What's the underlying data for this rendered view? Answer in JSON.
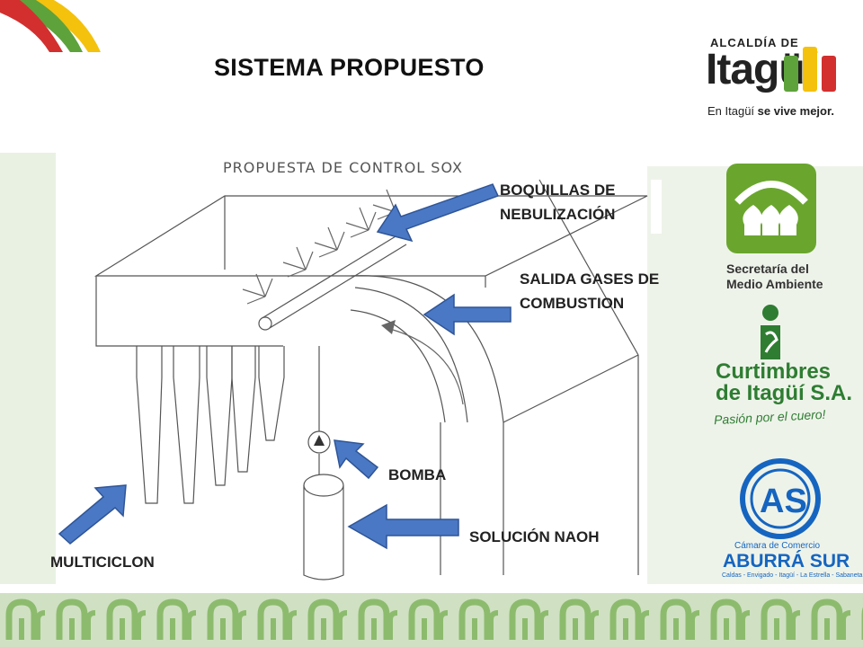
{
  "slide": {
    "title": "SISTEMA PROPUESTO"
  },
  "diagram": {
    "caption": "PROPUESTA DE CONTROL SOX",
    "labels": {
      "boquillas_line1": "BOQUILLAS DE",
      "boquillas_line2": "NEBULIZACIÓN",
      "salida_line1": "SALIDA GASES DE",
      "salida_line2": "COMBUSTION",
      "bomba": "BOMBA",
      "solucion": "SOLUCIÓN NAOH",
      "multiciclon": "MULTICICLON"
    },
    "arrow_color": "#4a78c4",
    "arrow_border": "#2f5597"
  },
  "logos": {
    "alcaldia": {
      "top": "ALCALDÍA DE",
      "name": "Itagüí",
      "tagline_prefix": "En Itagüí ",
      "tagline_bold": "se vive mejor."
    },
    "secretaria": {
      "line1": "Secretaría del",
      "line2": "Medio Ambiente",
      "color": "#6aa62e"
    },
    "curtimbres": {
      "line1": "Curtimbres",
      "line2": "de Itagüí S.A.",
      "tagline": "Pasión por el cuero!",
      "color": "#2e7d32"
    },
    "camara": {
      "line1": "Cámara de Comercio",
      "line2": "ABURRÁ SUR",
      "line3": "Caldas - Envigado - Itagüí - La Estrella - Sabaneta",
      "color": "#1565c0"
    }
  },
  "theme": {
    "green": "#5ea23c",
    "green_light": "#c9dfb8",
    "red": "#d32f2f",
    "yellow": "#f4c20d"
  }
}
